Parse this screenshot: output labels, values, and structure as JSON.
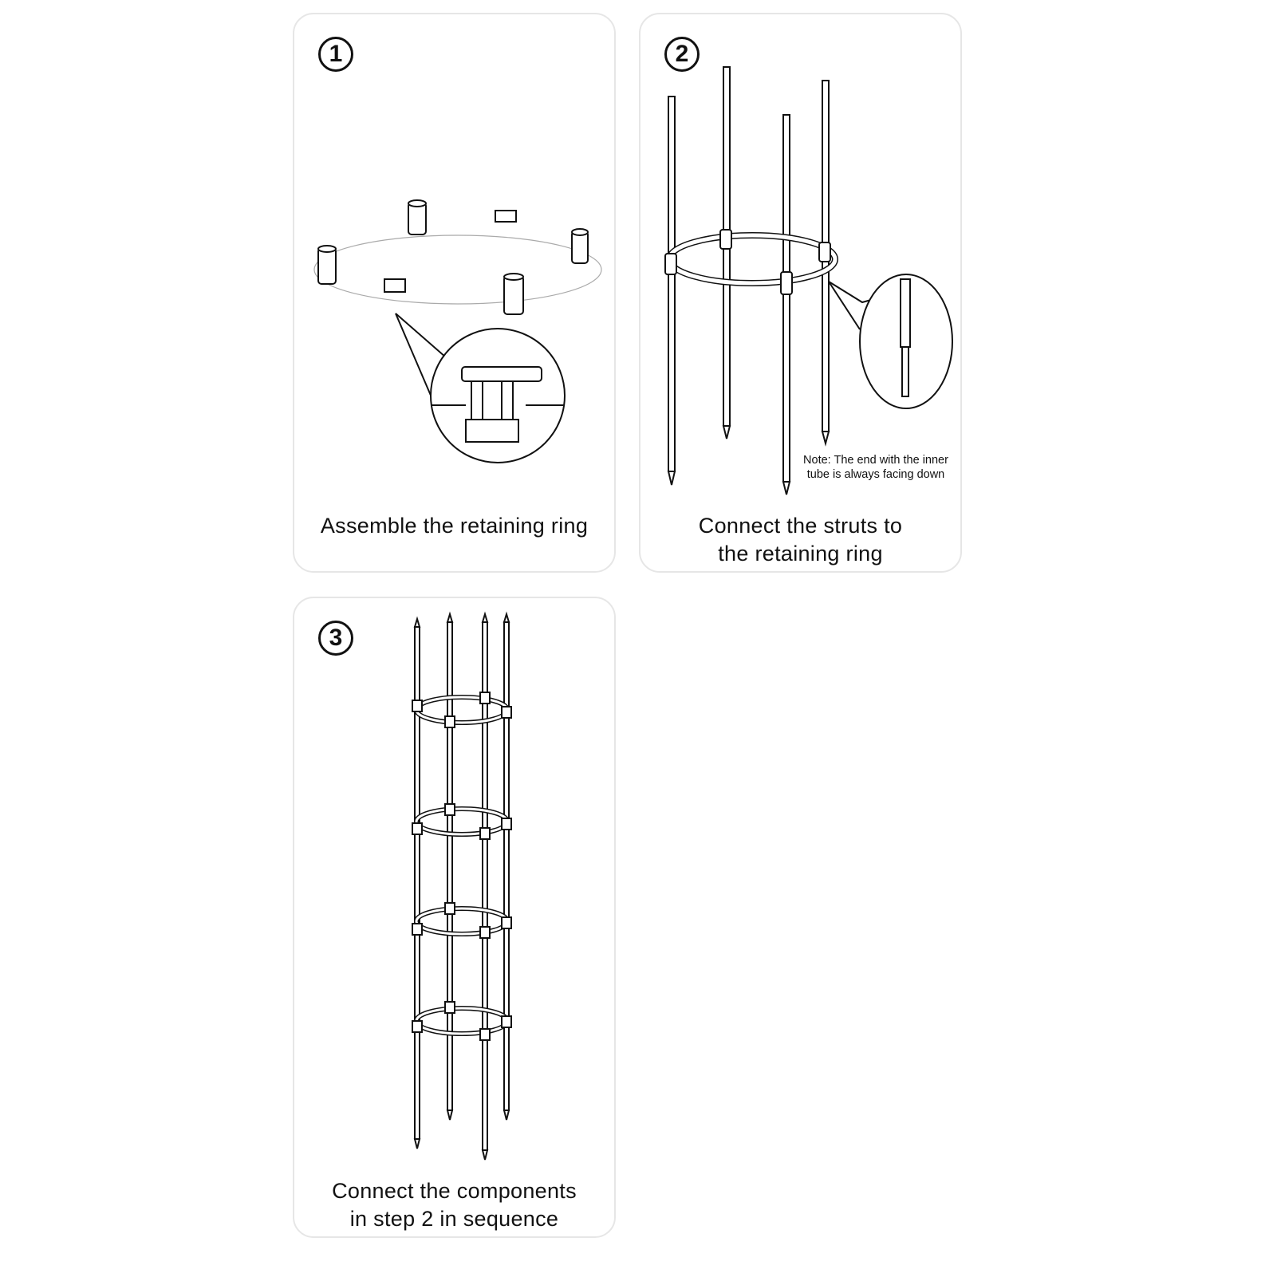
{
  "steps": [
    {
      "number": "1",
      "caption": "Assemble the retaining ring",
      "illustration": "retaining-ring-with-connector-detail"
    },
    {
      "number": "2",
      "caption_line1": "Connect the struts to",
      "caption_line2": "the retaining ring",
      "note_line1": "Note: The end with the inner",
      "note_line2": "tube is always facing down",
      "illustration": "struts-through-ring-with-inner-tube-detail"
    },
    {
      "number": "3",
      "caption_line1": "Connect the components",
      "caption_line2": "in step 2 in sequence",
      "illustration": "assembled-four-ring-plant-cage"
    }
  ]
}
